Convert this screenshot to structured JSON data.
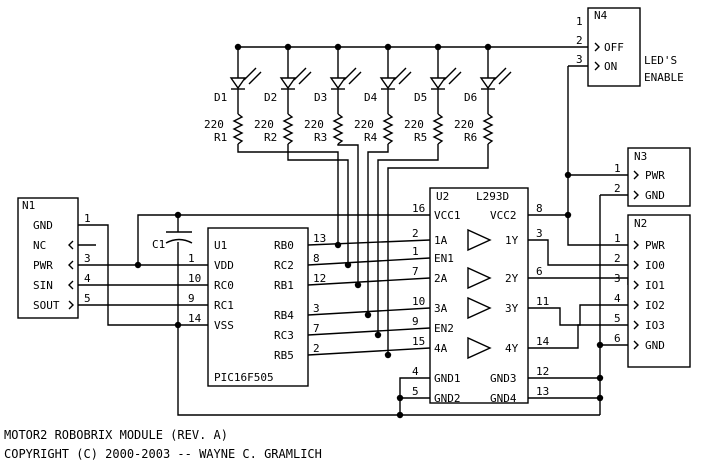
{
  "n1": {
    "ref": "N1",
    "pins": [
      {
        "num": "1",
        "label": "GND",
        "dir": "none"
      },
      {
        "num": "",
        "label": "NC",
        "dir": "in"
      },
      {
        "num": "3",
        "label": "PWR",
        "dir": "in"
      },
      {
        "num": "4",
        "label": "SIN",
        "dir": "in"
      },
      {
        "num": "5",
        "label": "SOUT",
        "dir": "out"
      }
    ]
  },
  "c1": {
    "ref": "C1"
  },
  "u1": {
    "ref": "U1",
    "part": "PIC16F505",
    "left_pins": [
      {
        "num": "1",
        "label": "VDD"
      },
      {
        "num": "10",
        "label": "RC0"
      },
      {
        "num": "9",
        "label": "RC1"
      },
      {
        "num": "14",
        "label": "VSS"
      }
    ],
    "right_pins": [
      {
        "num": "13",
        "label": "RB0"
      },
      {
        "num": "8",
        "label": "RC2"
      },
      {
        "num": "12",
        "label": "RB1"
      },
      {
        "num": "3",
        "label": "RB4"
      },
      {
        "num": "7",
        "label": "RC3"
      },
      {
        "num": "2",
        "label": "RB5"
      }
    ]
  },
  "u2": {
    "ref": "U2",
    "part": "L293D",
    "left_pins": [
      {
        "num": "16",
        "label": "VCC1"
      },
      {
        "num": "2",
        "label": "1A"
      },
      {
        "num": "1",
        "label": "EN1"
      },
      {
        "num": "7",
        "label": "2A"
      },
      {
        "num": "10",
        "label": "3A"
      },
      {
        "num": "9",
        "label": "EN2"
      },
      {
        "num": "15",
        "label": "4A"
      },
      {
        "num": "4",
        "label": "GND1"
      },
      {
        "num": "5",
        "label": "GND2"
      }
    ],
    "right_pins": [
      {
        "num": "8",
        "label": "VCC2"
      },
      {
        "num": "3",
        "label": "1Y"
      },
      {
        "num": "6",
        "label": "2Y"
      },
      {
        "num": "11",
        "label": "3Y"
      },
      {
        "num": "14",
        "label": "4Y"
      },
      {
        "num": "12",
        "label": "GND3"
      },
      {
        "num": "13",
        "label": "GND4"
      }
    ]
  },
  "leds": [
    "D1",
    "D2",
    "D3",
    "D4",
    "D5",
    "D6"
  ],
  "resistors": [
    {
      "ref": "R1",
      "value": "220"
    },
    {
      "ref": "R2",
      "value": "220"
    },
    {
      "ref": "R3",
      "value": "220"
    },
    {
      "ref": "R4",
      "value": "220"
    },
    {
      "ref": "R5",
      "value": "220"
    },
    {
      "ref": "R6",
      "value": "220"
    }
  ],
  "n4": {
    "ref": "N4",
    "pins": [
      {
        "num": "1",
        "label": ""
      },
      {
        "num": "2",
        "label": "OFF"
      },
      {
        "num": "3",
        "label": "ON"
      }
    ],
    "caption": [
      "LED'S",
      "ENABLE"
    ]
  },
  "n3": {
    "ref": "N3",
    "pins": [
      {
        "num": "1",
        "label": "PWR"
      },
      {
        "num": "2",
        "label": "GND"
      }
    ]
  },
  "n2": {
    "ref": "N2",
    "pins": [
      {
        "num": "1",
        "label": "PWR"
      },
      {
        "num": "2",
        "label": "IO0"
      },
      {
        "num": "3",
        "label": "IO1"
      },
      {
        "num": "4",
        "label": "IO2"
      },
      {
        "num": "5",
        "label": "IO3"
      },
      {
        "num": "6",
        "label": "GND"
      }
    ]
  },
  "footer": {
    "title": "MOTOR2 ROBOBRIX MODULE (REV. A)",
    "copyright": "COPYRIGHT (C) 2000-2003 -- WAYNE C. GRAMLICH"
  }
}
